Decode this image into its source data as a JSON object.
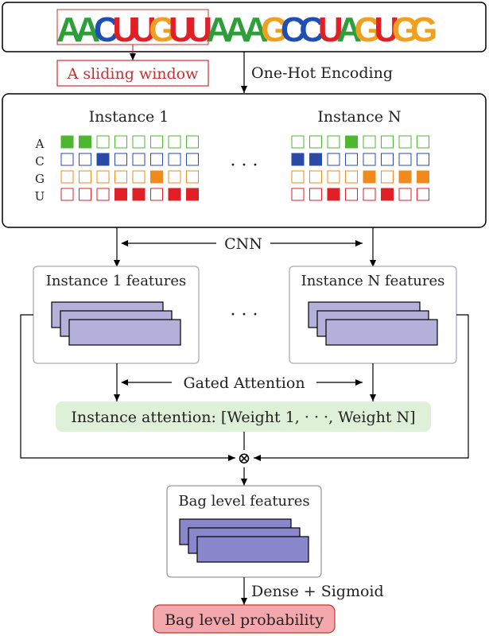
{
  "sequence": {
    "letters": [
      "A",
      "A",
      "C",
      "U",
      "U",
      "G",
      "U",
      "U",
      "A",
      "A",
      "A",
      "G",
      "C",
      "C",
      "U",
      "A",
      "G",
      "U",
      "G",
      "G"
    ],
    "colors": {
      "A": "#2e9e3a",
      "C": "#1f4fb3",
      "G": "#f0a020",
      "U": "#e01f26"
    }
  },
  "sliding_window_label": "A sliding window",
  "one_hot_label": "One-Hot Encoding",
  "instances": {
    "instance_1_title": "Instance 1",
    "instance_n_title": "Instance N",
    "row_labels": [
      "A",
      "C",
      "G",
      "U"
    ],
    "dots": "· · ·",
    "instance_1_matrix": [
      [
        1,
        1,
        0,
        0,
        0,
        0,
        0,
        0
      ],
      [
        0,
        0,
        1,
        0,
        0,
        0,
        0,
        0
      ],
      [
        0,
        0,
        0,
        0,
        0,
        1,
        0,
        0
      ],
      [
        0,
        0,
        0,
        1,
        1,
        0,
        1,
        1
      ]
    ],
    "instance_n_matrix": [
      [
        0,
        0,
        0,
        1,
        0,
        0,
        0,
        0
      ],
      [
        1,
        1,
        0,
        0,
        0,
        0,
        0,
        0
      ],
      [
        0,
        0,
        0,
        0,
        1,
        0,
        1,
        1
      ],
      [
        0,
        0,
        1,
        0,
        0,
        1,
        0,
        0
      ]
    ],
    "row_colors": [
      "#4cb82f",
      "#2b4aa8",
      "#ef8a1d",
      "#e01f26"
    ]
  },
  "cnn_label": "CNN",
  "features": {
    "instance_1_label": "Instance 1 features",
    "instance_n_label": "Instance N features",
    "dots": "· · ·",
    "fill_color": "#b3b0da"
  },
  "gated_attention_label": "Gated Attention",
  "instance_attention_label": "Instance attention: [Weight 1, · · ·, Weight N]",
  "combine_symbol": "⊗",
  "bag_features_label": "Bag level features",
  "bag_fill_color": "#8a86cc",
  "dense_label": "Dense + Sigmoid",
  "bag_probability_label": "Bag level probability"
}
